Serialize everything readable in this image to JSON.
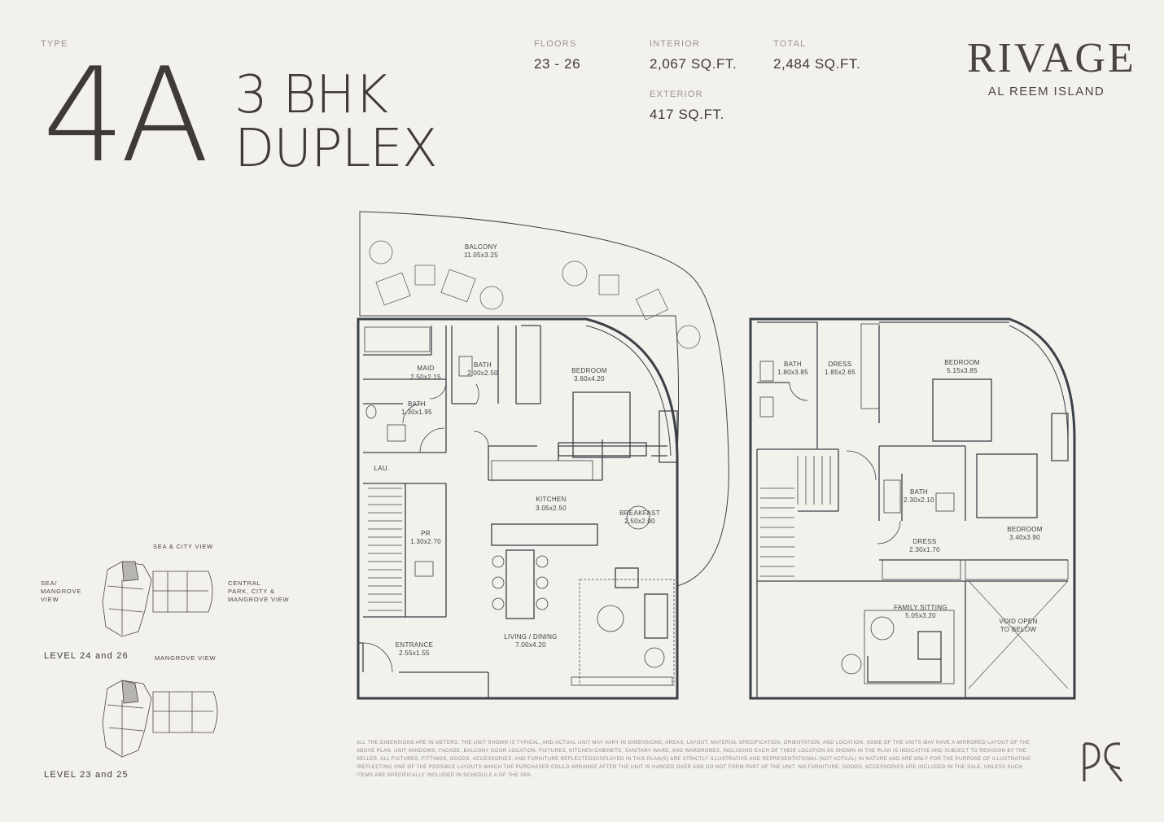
{
  "header": {
    "type_label": "TYPE",
    "type_code": "4A",
    "title_line1": "3 BHK",
    "title_line2": "DUPLEX",
    "floors_label": "FLOORS",
    "floors_value": "23 - 26",
    "interior_label": "INTERIOR",
    "interior_value": "2,067 SQ.FT.",
    "exterior_label": "EXTERIOR",
    "exterior_value": "417 SQ.FT.",
    "total_label": "TOTAL",
    "total_value": "2,484 SQ.FT."
  },
  "brand": {
    "name": "RIVAGE",
    "location": "AL REEM ISLAND"
  },
  "lower_plan_rooms": [
    {
      "name": "BALCONY",
      "dims": "11.05x3.25"
    },
    {
      "name": "MAID",
      "dims": "2.50x2.15"
    },
    {
      "name": "BATH",
      "dims": "2.00x2.50"
    },
    {
      "name": "BEDROOM",
      "dims": "3.60x4.20"
    },
    {
      "name": "BATH",
      "dims": "1.30x1.95"
    },
    {
      "name": "LAU.",
      "dims": ""
    },
    {
      "name": "KITCHEN",
      "dims": "3.05x2.50"
    },
    {
      "name": "BREAKFAST",
      "dims": "2.50x2.00"
    },
    {
      "name": "PR",
      "dims": "1.30x2.70"
    },
    {
      "name": "ENTRANCE",
      "dims": "2.55x1.55"
    },
    {
      "name": "LIVING / DINING",
      "dims": "7.00x4.20"
    }
  ],
  "upper_plan_rooms": [
    {
      "name": "BATH",
      "dims": "1.80x3.85"
    },
    {
      "name": "DRESS",
      "dims": "1.85x2.65"
    },
    {
      "name": "BEDROOM",
      "dims": "5.15x3.85"
    },
    {
      "name": "BATH",
      "dims": "2.30x2.10"
    },
    {
      "name": "BEDROOM",
      "dims": "3.40x3.90"
    },
    {
      "name": "DRESS",
      "dims": "2.30x1.70"
    },
    {
      "name": "FAMILY SITTING",
      "dims": "5.05x3.20"
    },
    {
      "name": "VOID OPEN",
      "dims": "TO BELOW"
    }
  ],
  "key_plans": {
    "view_sea_city": "SEA & CITY VIEW",
    "view_sea_mangrove": "SEA/\nMANGROVE\nVIEW",
    "view_central_park": "CENTRAL\nPARK, CITY &\nMANGROVE VIEW",
    "view_mangrove": "MANGROVE VIEW",
    "level_a": "LEVEL 24 and 26",
    "level_b": "LEVEL 23 and 25"
  },
  "disclaimer": "ALL THE DIMENSIONS ARE IN METERS. THE UNIT SHOWN IS TYPICAL, AND ACTUAL UNIT MAY VARY IN DIMENSIONS, AREAS, LAYOUT, MATERIAL SPECIFICATION, ORIENTATION, AND LOCATION. SOME OF THE UNITS MAY HAVE A MIRRORED LAYOUT OF THE ABOVE PLAN. UNIT WINDOWS, FACADE, BALCONY DOOR LOCATION, FIXTURES, KITCHEN CABINETS, SANITARY WARE, AND WARDROBES, INCLUDING EACH OF THEIR LOCATION AS SHOWN IN THE PLAN IS INDICATIVE AND SUBJECT TO REVISION BY THE SELLER. ALL FIXTURES, FITTINGS, GOODS, ACCESSORIES, AND FURNITURE REFLECTED/DISPLAYED IN THIS PLAN(S) ARE STRICTLY ILLUSTRATIVE AND REPRESENTATIONAL (NOT ACTUAL) IN NATURE AND ARE ONLY FOR THE PURPOSE OF ILLUSTRATING /REFLECTING ONE OF THE POSSIBLE LAYOUTS WHICH THE PURCHASER COULD ARRANGE AFTER THE UNIT IS HANDED OVER AND DO NOT FORM PART OF THE UNIT. NO FURNITURE, GOODS, ACCESSORIES ARE INCLUDED IN THE SALE, UNLESS SUCH ITEMS ARE SPECIFICALLY INCLUDED IN SCHEDULE A OF THE SPA.",
  "colors": {
    "background": "#f3f1ec",
    "text": "#3e3a36",
    "plan_line": "#3b4147",
    "label_grey": "#9a958e"
  },
  "icons": {
    "logo_mark": "rivage-monogram-icon"
  }
}
